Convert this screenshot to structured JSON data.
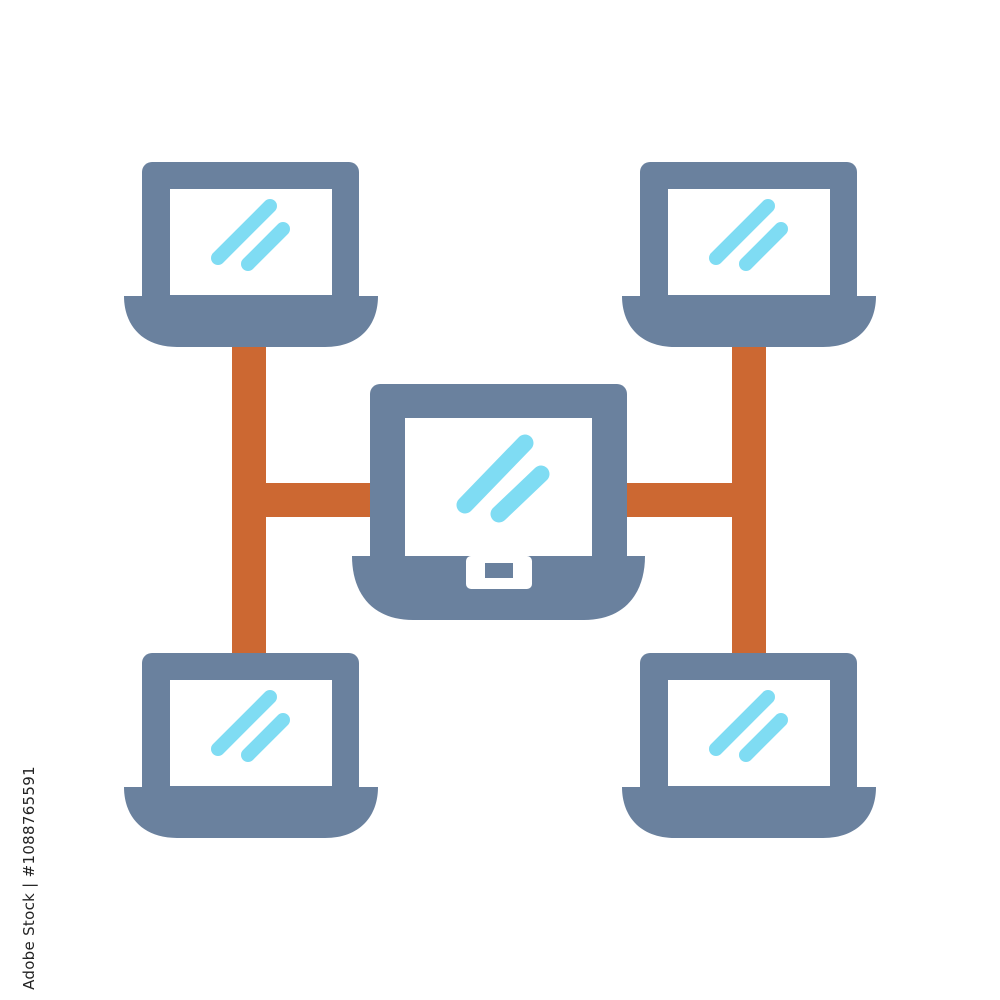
{
  "icon": {
    "name": "network-laptops-icon",
    "nodes": [
      "laptop-top-left",
      "laptop-top-right",
      "laptop-center",
      "laptop-bottom-left",
      "laptop-bottom-right"
    ]
  },
  "colors": {
    "laptop_body": "#6a819e",
    "screen": "#ffffff",
    "glare": "#7fdcf3",
    "connector": "#cc6832",
    "background": "#ffffff"
  },
  "watermark": {
    "stock_id": "Adobe Stock | #1088765591"
  }
}
